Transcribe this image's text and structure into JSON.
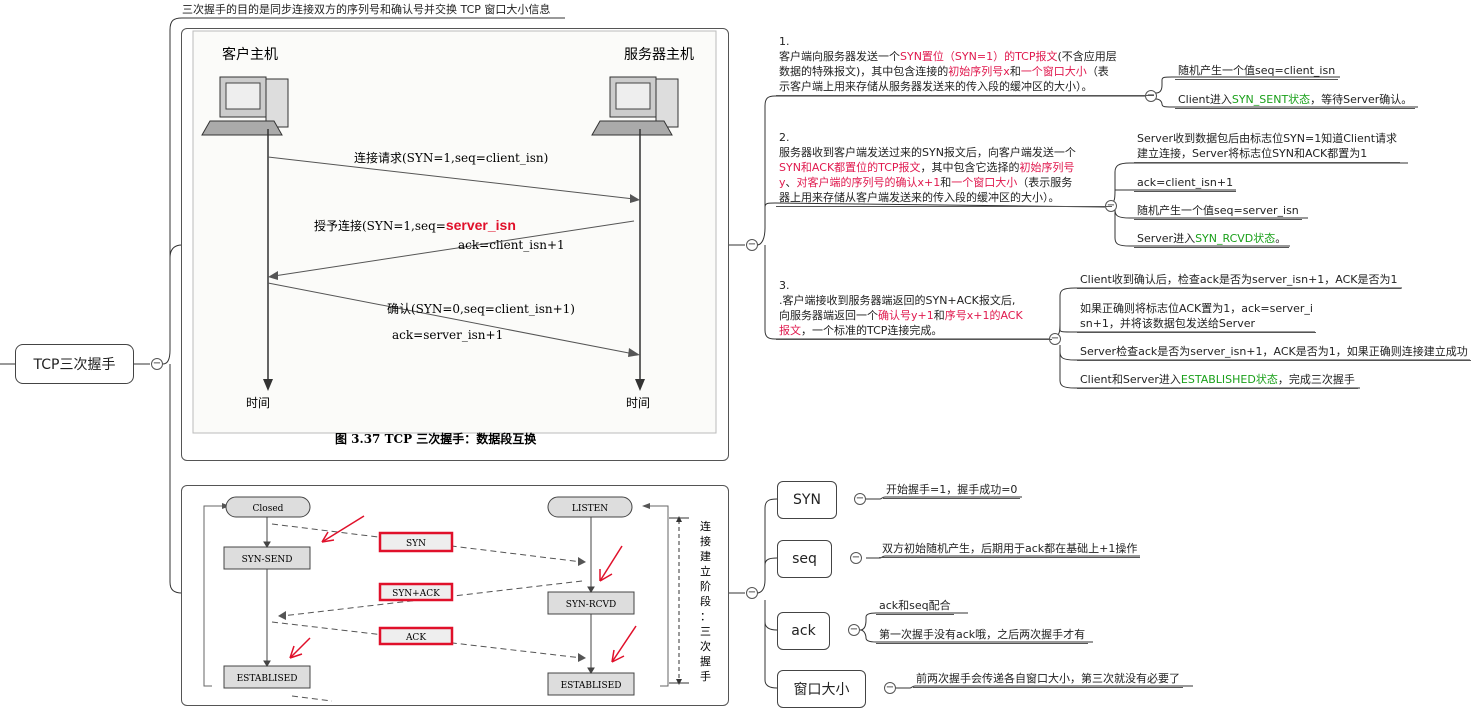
{
  "top_note": "三次握手的目的是同步连接双方的序列号和确认号并交换 TCP 窗口大小信息",
  "root": {
    "label": "TCP三次握手"
  },
  "figure1": {
    "client_label": "客户主机",
    "server_label": "服务器主机",
    "msg1": "连接请求(SYN=1,seq=client_isn)",
    "msg2_prefix": "授予连接(SYN=1,seq=",
    "msg2_highlight": "server_isn",
    "msg2_ack": "ack=client_isn+1",
    "msg3": "确认(SYN=0,seq=client_isn+1)",
    "msg3_ack": "ack=server_isn+1",
    "time_left": "时间",
    "time_right": "时间",
    "caption": "图 3.37    TCP 三次握手：数据段互换"
  },
  "figure2": {
    "closed": "Closed",
    "listen": "LISTEN",
    "syn_send": "SYN-SEND",
    "syn_rcvd": "SYN-RCVD",
    "established_left": "ESTABLISED",
    "established_right": "ESTABLISED",
    "pkt_syn": "SYN",
    "pkt_synack": "SYN+ACK",
    "pkt_ack": "ACK",
    "phase_label": "连接建立阶段：三次握手"
  },
  "step1": {
    "num": "1.",
    "line1_a": "客户端向服务器发送一个",
    "line1_b": "SYN置位（SYN=1）的TCP报文",
    "line1_c": "(不含应用层",
    "line2_a": "数据的特殊报文)，其中包含连接的",
    "line2_b": "初始序列号x",
    "line2_c": "和",
    "line2_d": "一个窗口大小",
    "line2_e": "（表",
    "line3": "示客户端上用来存储从服务器发送来的传入段的缓冲区的大小）。",
    "children": [
      {
        "text": "随机产生一个值seq=client_isn"
      },
      {
        "a": "Client进入",
        "b": "SYN_SENT状态",
        "c": "，等待Server确认。"
      }
    ]
  },
  "step2": {
    "num": "2.",
    "line1": "服务器收到客户端发送过来的SYN报文后，向客户端发送一个",
    "line2_a": "SYN和ACK都置位的TCP报文",
    "line2_b": "，其中包含它选择的",
    "line2_c": "初始序列号",
    "line3_a": "y",
    "line3_b": "、",
    "line3_c": "对客户端的序列号的确认x+1",
    "line3_d": "和",
    "line3_e": "一个窗口大小",
    "line3_f": "（表示服务",
    "line4": "器上用来存储从客户端发送来的传入段的缓冲区的大小）。",
    "children": [
      {
        "line1": "Server收到数据包后由标志位SYN=1知道Client请求",
        "line2": "建立连接，Server将标志位SYN和ACK都置为1"
      },
      {
        "text": "ack=client_isn+1"
      },
      {
        "text": "随机产生一个值seq=server_isn"
      },
      {
        "a": "Server进入",
        "b": "SYN_RCVD状态",
        "c": "。"
      }
    ]
  },
  "step3": {
    "num": "3.",
    "line1": ".客户端接收到服务器端返回的SYN+ACK报文后,",
    "line2_a": "向服务器端返回一个",
    "line2_b": "确认号y+1",
    "line2_c": "和",
    "line2_d": "序号x+1的ACK",
    "line3_a": "报文",
    "line3_b": "，一个标准的TCP连接完成。",
    "children": [
      {
        "text": "Client收到确认后，检查ack是否为server_isn+1，ACK是否为1"
      },
      {
        "line1": "如果正确则将标志位ACK置为1，ack=server_i",
        "line2": "sn+1，并将该数据包发送给Server"
      },
      {
        "text": "Server检查ack是否为server_isn+1，ACK是否为1，如果正确则连接建立成功"
      },
      {
        "a": "Client和Server进入",
        "b": "ESTABLISHED状态",
        "c": "，完成三次握手"
      }
    ]
  },
  "terms": [
    {
      "label": "SYN",
      "notes": [
        "开始握手=1，握手成功=0"
      ]
    },
    {
      "label": "seq",
      "notes": [
        "双方初始随机产生，后期用于ack都在基础上+1操作"
      ]
    },
    {
      "label": "ack",
      "notes": [
        "ack和seq配合",
        "第一次握手没有ack哦，之后两次握手才有"
      ]
    },
    {
      "label": "窗口大小",
      "notes": [
        "前两次握手会传递各自窗口大小，第三次就没有必要了"
      ]
    }
  ]
}
